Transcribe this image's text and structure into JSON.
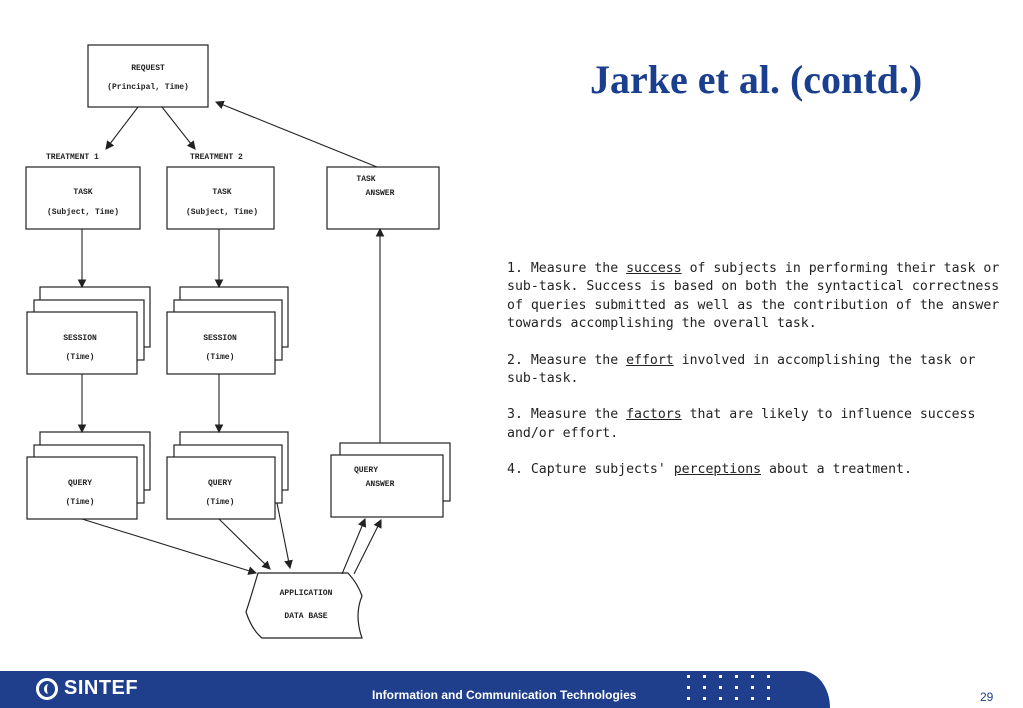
{
  "slide": {
    "title": "Jarke et al. (contd.)",
    "page_number": "29"
  },
  "diagram": {
    "request": {
      "line1": "REQUEST",
      "line2": "(Principal, Time)"
    },
    "treatment1_label": "TREATMENT 1",
    "treatment2_label": "TREATMENT 2",
    "task1": {
      "line1": "TASK",
      "line2": "(Subject, Time)"
    },
    "task2": {
      "line1": "TASK",
      "line2": "(Subject, Time)"
    },
    "task_answer": {
      "line1": "TASK",
      "line2": "ANSWER"
    },
    "session1": {
      "line1": "SESSION",
      "line2": "(Time)"
    },
    "session2": {
      "line1": "SESSION",
      "line2": "(Time)"
    },
    "query1": {
      "line1": "QUERY",
      "line2": "(Time)"
    },
    "query2": {
      "line1": "QUERY",
      "line2": "(Time)"
    },
    "query_answer": {
      "line1": "QUERY",
      "line2": "ANSWER"
    },
    "database": {
      "line1": "APPLICATION",
      "line2": "DATA BASE"
    }
  },
  "measures": [
    {
      "pre": "1.  Measure the ",
      "underlined": "success",
      "post": " of subjects in performing their task or sub-task.  Success is based on both the syntactical correctness of queries submitted as well as the contribution of the answer towards accomplishing the overall task."
    },
    {
      "pre": "2.  Measure the ",
      "underlined": "effort",
      "post": " involved in accomplishing the task or sub-task."
    },
    {
      "pre": "3.  Measure the ",
      "underlined": "factors",
      "post": " that are likely to influence success and/or effort."
    },
    {
      "pre": "4.  Capture subjects' ",
      "underlined": "perceptions",
      "post": " about a treatment."
    }
  ],
  "footer": {
    "logo_text": "SINTEF",
    "tagline": "Information and Communication Technologies"
  },
  "colors": {
    "title": "#1b3f8f",
    "footer_band": "#1f3f8d"
  }
}
